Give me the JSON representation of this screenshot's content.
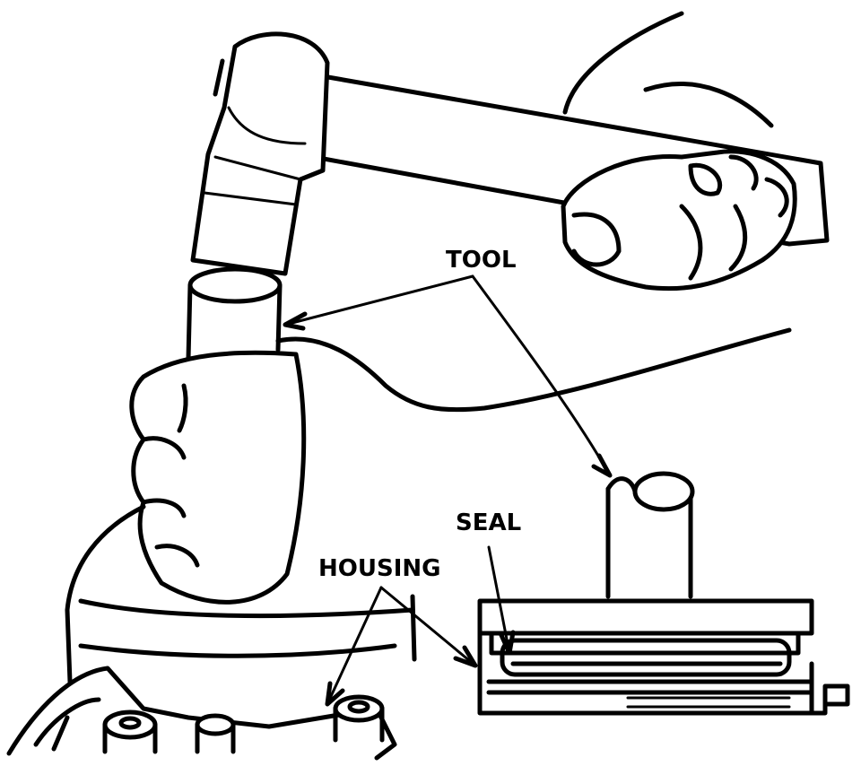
{
  "labels": {
    "tool": "TOOL",
    "seal": "SEAL",
    "housing": "HOUSING"
  }
}
